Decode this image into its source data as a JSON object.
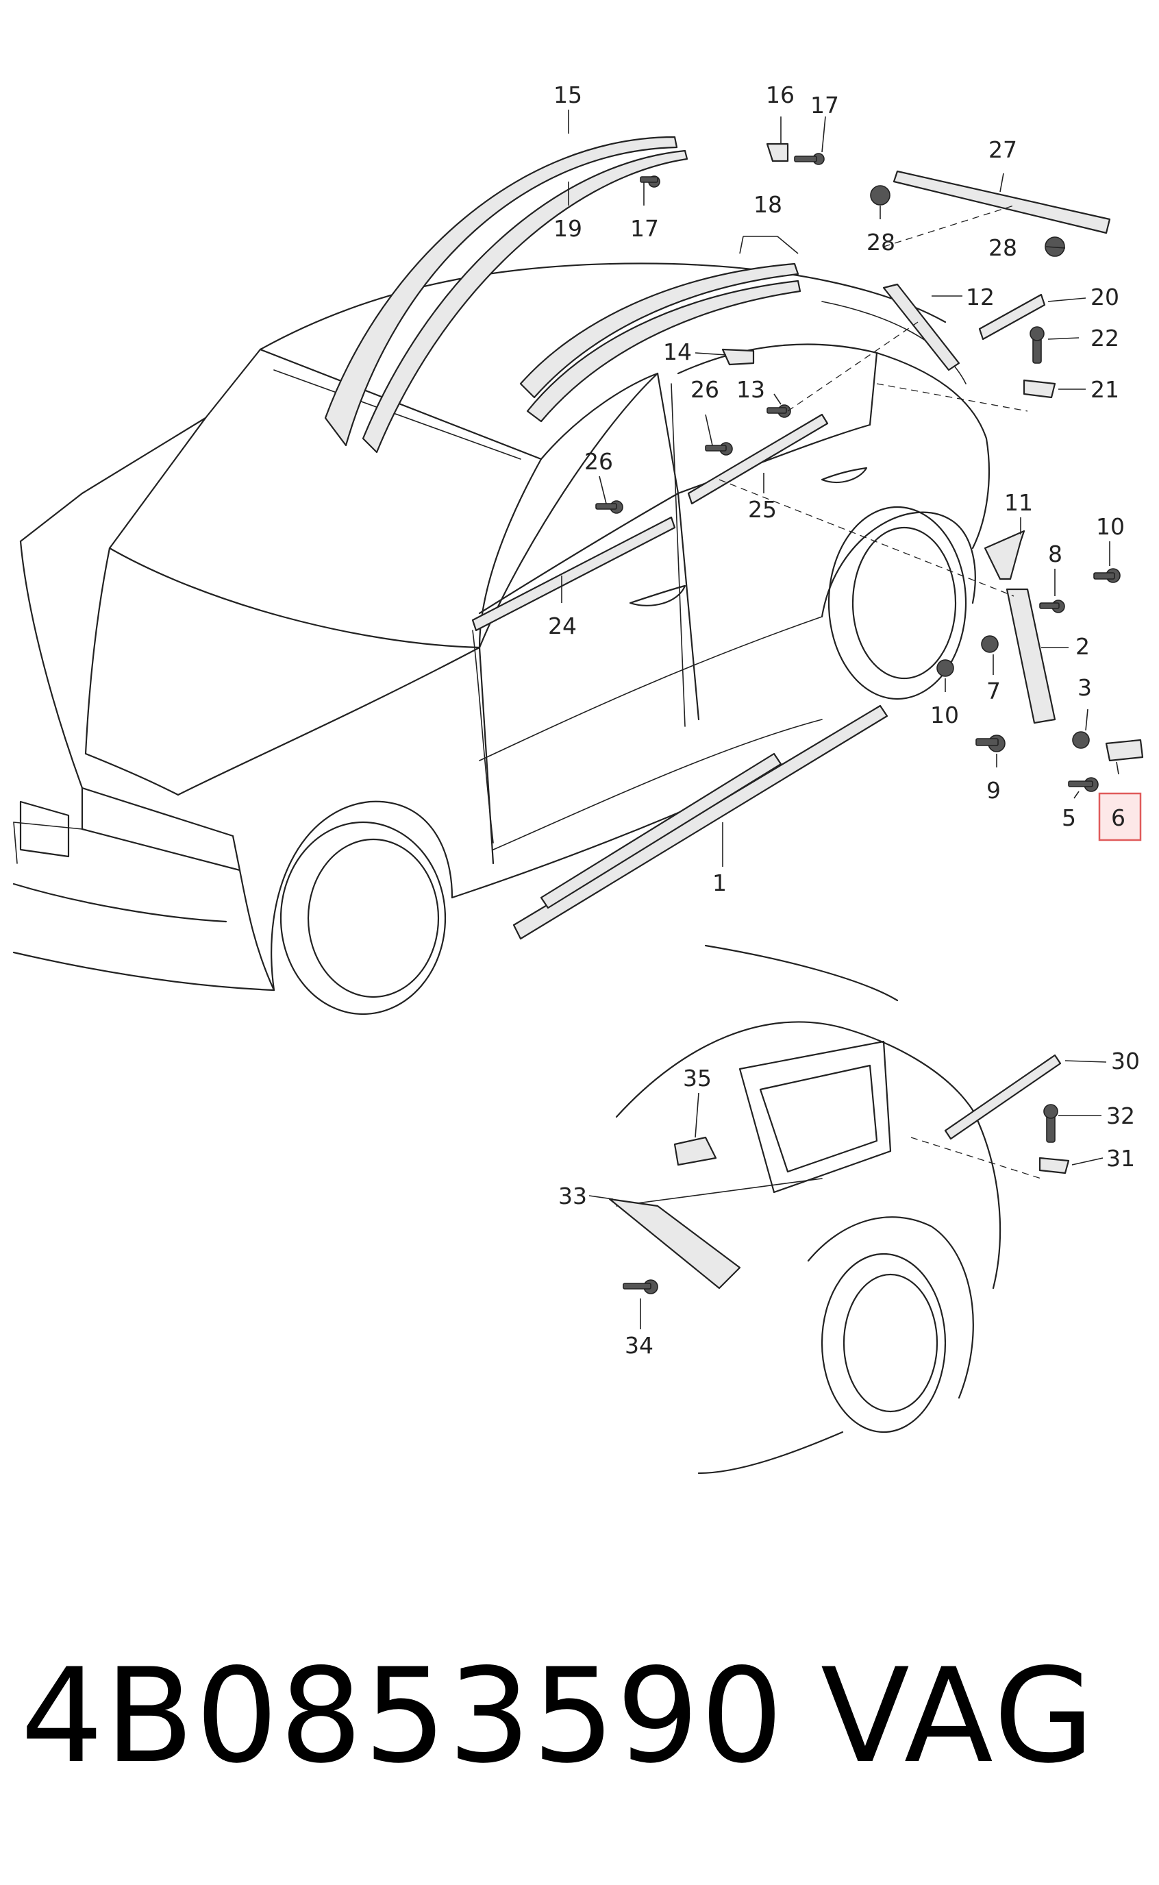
{
  "diagram": {
    "callouts": [
      {
        "id": "c1",
        "text": "1"
      },
      {
        "id": "c2",
        "text": "2"
      },
      {
        "id": "c3",
        "text": "3"
      },
      {
        "id": "c5",
        "text": "5"
      },
      {
        "id": "c6",
        "text": "6",
        "highlighted": true
      },
      {
        "id": "c7",
        "text": "7"
      },
      {
        "id": "c8",
        "text": "8"
      },
      {
        "id": "c9",
        "text": "9"
      },
      {
        "id": "c10a",
        "text": "10"
      },
      {
        "id": "c10b",
        "text": "10"
      },
      {
        "id": "c11",
        "text": "11"
      },
      {
        "id": "c12",
        "text": "12"
      },
      {
        "id": "c13",
        "text": "13"
      },
      {
        "id": "c14",
        "text": "14"
      },
      {
        "id": "c15",
        "text": "15"
      },
      {
        "id": "c16",
        "text": "16"
      },
      {
        "id": "c17a",
        "text": "17"
      },
      {
        "id": "c17b",
        "text": "17"
      },
      {
        "id": "c18",
        "text": "18"
      },
      {
        "id": "c19",
        "text": "19"
      },
      {
        "id": "c20",
        "text": "20"
      },
      {
        "id": "c21",
        "text": "21"
      },
      {
        "id": "c22",
        "text": "22"
      },
      {
        "id": "c24",
        "text": "24"
      },
      {
        "id": "c25",
        "text": "25"
      },
      {
        "id": "c26a",
        "text": "26"
      },
      {
        "id": "c26b",
        "text": "26"
      },
      {
        "id": "c27",
        "text": "27"
      },
      {
        "id": "c28a",
        "text": "28"
      },
      {
        "id": "c28b",
        "text": "28"
      },
      {
        "id": "c30",
        "text": "30"
      },
      {
        "id": "c31",
        "text": "31"
      },
      {
        "id": "c32",
        "text": "32"
      },
      {
        "id": "c33",
        "text": "33"
      },
      {
        "id": "c34",
        "text": "34"
      },
      {
        "id": "c35",
        "text": "35"
      }
    ],
    "highlight_color": "#e05a5a"
  },
  "caption": {
    "part_number": "4B0853590",
    "brand": "VAG"
  }
}
